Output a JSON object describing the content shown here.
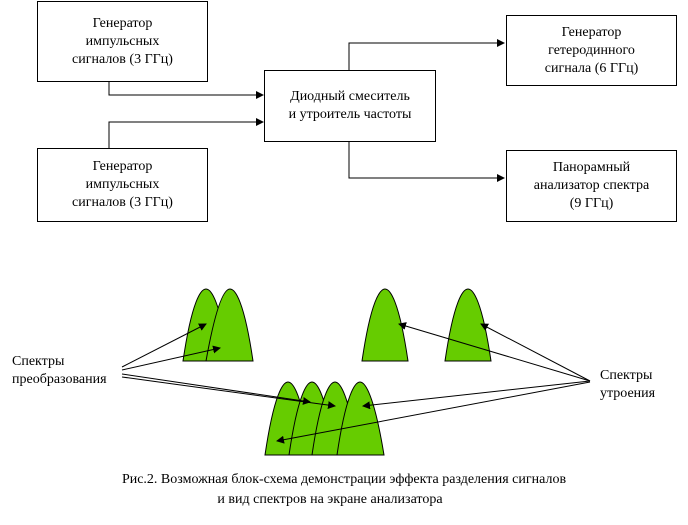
{
  "diagram": {
    "blocks": {
      "gen1": "Генератор\nимпульсных\nсигналов (3 ГГц)",
      "gen2": "Генератор\nимпульсных\nсигналов (3 ГГц)",
      "mixer": "Диодный смеситель\nи утроитель частоты",
      "heterodyne": "Генератор\nгетеродинного\nсигнала (6 ГГц)",
      "analyzer": "Панорамный\nанализатор спектра\n(9 ГГц)"
    },
    "labels": {
      "conversion_spectra": "Спектры\nпреобразования",
      "tripling_spectra": "Спектры\nутроения"
    },
    "caption": {
      "line1": "Рис.2. Возможная блок-схема демонстрации эффекта разделения сигналов",
      "line2": "и вид спектров на экране анализатора"
    },
    "colors": {
      "spectrum_fill": "#66cc00",
      "line": "#000000"
    }
  }
}
